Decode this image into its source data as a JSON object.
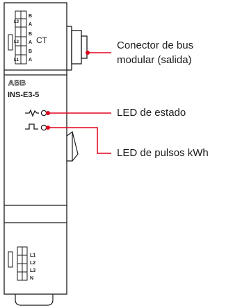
{
  "device": {
    "brand": "ABB",
    "model": "INS-E3-5",
    "ct_label": "CT",
    "top_terminal_groups": [
      "L3",
      "L2",
      "L1"
    ],
    "top_terminal_letters": [
      "B",
      "A",
      "B",
      "A",
      "B",
      "A"
    ],
    "bottom_terminals": [
      "L1",
      "L2",
      "L3",
      "N"
    ]
  },
  "callouts": {
    "bus_connector_line1": "Conector de bus",
    "bus_connector_line2": "modular (salida)",
    "status_led": "LED de estado",
    "pulse_led": "LED de pulsos kWh"
  },
  "colors": {
    "callout": "#e3001b",
    "outline": "#1a1a1a"
  }
}
